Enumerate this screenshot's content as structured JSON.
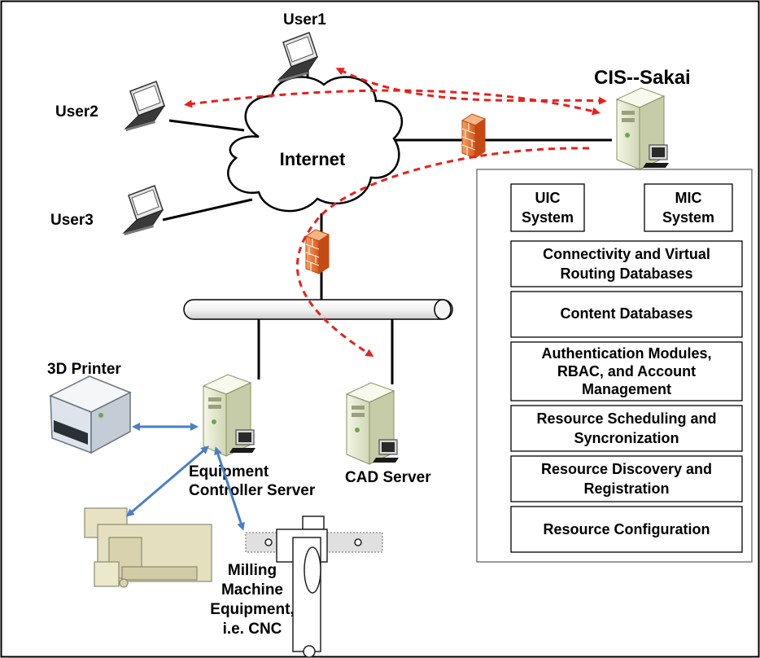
{
  "users": [
    {
      "label": "User1"
    },
    {
      "label": "User2"
    },
    {
      "label": "User3"
    }
  ],
  "network": {
    "internet_label": "Internet"
  },
  "cis": {
    "title": "CIS--Sakai",
    "systems": [
      {
        "line1": "UIC",
        "line2": "System"
      },
      {
        "line1": "MIC",
        "line2": "System"
      }
    ],
    "modules": [
      {
        "lines": [
          "Connectivity and Virtual",
          "Routing Databases"
        ]
      },
      {
        "lines": [
          "Content Databases"
        ]
      },
      {
        "lines": [
          "Authentication Modules,",
          "RBAC, and Account",
          "Management"
        ]
      },
      {
        "lines": [
          "Resource Scheduling and",
          "Syncronization"
        ]
      },
      {
        "lines": [
          "Resource Discovery and",
          "Registration"
        ]
      },
      {
        "lines": [
          "Resource Configuration"
        ]
      }
    ]
  },
  "devices": {
    "printer_label": "3D Printer",
    "controller_label": [
      "Equipment",
      "Controller Server"
    ],
    "cad_label": "CAD Server",
    "milling_label": [
      "Milling",
      "Machine",
      "Equipment,",
      "i.e. CNC"
    ]
  },
  "colors": {
    "flow_arrow": "#e8201c",
    "device_link": "#4a7fc8",
    "firewall": "#e8742c",
    "server_body": "#e8ecd6",
    "border": "#000000"
  },
  "icons": [
    "laptop-icon",
    "cloud-icon",
    "firewall-icon",
    "server-icon",
    "printer-icon",
    "milling-machine-icon",
    "cnc-icon"
  ]
}
